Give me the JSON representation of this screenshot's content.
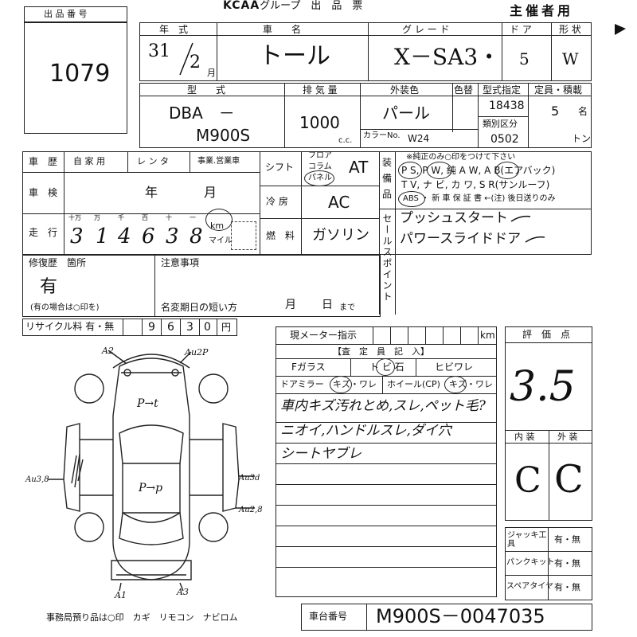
{
  "header": {
    "lot_label": "出 品 番 号",
    "lot_number": "1079",
    "logo": "KCAA",
    "group_label": ".グループ　出　品　票",
    "organizer": "主催者用"
  },
  "row1": {
    "year_label": "年　式",
    "name_label": "車　　名",
    "grade_label": "グ レ ー ド",
    "doors_label": "ド ア",
    "shape_label": "形 状",
    "year": "31",
    "month": "2",
    "month_unit": "月",
    "car_name": "トール",
    "grade": "X－SA3・",
    "doors": "5",
    "shape": "W"
  },
  "row2": {
    "model_label": "型　　式",
    "disp_label": "排 気 量",
    "color_label": "外装色",
    "repaint_label": "色替",
    "type_designation_label": "型式指定",
    "capacity_label": "定員・積載",
    "model_prefix": "DBA　－",
    "model": "M900S",
    "displacement": "1000",
    "cc": "c.c.",
    "color": "パール",
    "color_no_label": "カラーNo.",
    "color_no": "W24",
    "type_designation": "18438",
    "category_label": "類別区分",
    "category": "0502",
    "capacity": "5",
    "capacity_unit": "名",
    "load_unit": "トン"
  },
  "history": {
    "label": "車　歴",
    "private": "自 家 用",
    "rental": "レ ン タ",
    "business": "事業.営業車",
    "inspection_label": "車　検",
    "year_unit": "年",
    "month_unit": "月",
    "mileage_label": "走　行",
    "digit_labels": [
      "十万",
      "万",
      "千",
      "百",
      "十",
      "一"
    ],
    "digits": [
      "3",
      "1",
      "4",
      "6",
      "3",
      "8"
    ],
    "km": "km",
    "mile": "マイル"
  },
  "shift": {
    "label": "シフト",
    "floor": "フロア",
    "column": "コラム",
    "panel": "パネル",
    "value": "AT",
    "ac_label": "冷 房",
    "ac": "AC",
    "fuel_label": "燃　料",
    "fuel": "ガソリン"
  },
  "equipment": {
    "side_label": [
      "装",
      "備",
      "品"
    ],
    "note": "※純正のみ○印をつけて下さい",
    "line1": "P S,  P W,  純 A W,  A B(エアバック)",
    "line2": "T V,  ナ ビ,  カ ワ,  S R(サンルーフ)",
    "line3": "ABS ・  新 車 保 証 書 ←(注) 後日送りのみ"
  },
  "sales_point": {
    "side_label": "セールスポイント",
    "lines": [
      "プッシュスタート",
      "パワースライドドア"
    ]
  },
  "repair": {
    "label": "修復歴　箇所",
    "value": "有",
    "note": "(有の場合は○印を)"
  },
  "caution": {
    "label": "注意事項",
    "expiry_label": "名変期日の短い方",
    "month": "月",
    "day": "日",
    "until": "まで"
  },
  "recycle": {
    "label": "リサイクル料 有・無",
    "digits": [
      "9",
      "6",
      "3",
      "0"
    ],
    "unit": "円"
  },
  "inspection": {
    "meter_label": "現メーター指示",
    "meter_unit": "km",
    "inspector_header": "【査　定　員　記　入】",
    "f_glass": "Fガラス",
    "tobi": "ト ビ 石",
    "crack": "ヒビワレ",
    "door_mirror": "ドアミラー",
    "mirror_status": "キズ・ワレ",
    "wheel": "ホイール(CP)",
    "wheel_status": "キズ・ワレ",
    "notes": [
      "車内キズ汚れとめ,スレ,ペット毛?",
      "ニオイ,ハンドルスレ,ダイ穴",
      "シートヤブレ"
    ]
  },
  "rating": {
    "label": "評　価　点",
    "score": "3.5",
    "interior_label": "内 装",
    "exterior_label": "外 装",
    "interior": "C",
    "exterior": "C"
  },
  "accessories": {
    "jack_label": "ジャッキ工具",
    "puncture_label": "パンクキット",
    "spare_label": "スペアタイヤ",
    "yesno": "有・無"
  },
  "diagram": {
    "labels": [
      "A2",
      "Au2P",
      "P→t",
      "P→p",
      "Au3,8",
      "Au3d",
      "Au2,8",
      "A1",
      "A3"
    ]
  },
  "footer": {
    "office_note": "事務局預り品は○印　カギ　リモコン　ナビロム",
    "chassis_label": "車台番号",
    "chassis_no": "M900S－0047035"
  }
}
